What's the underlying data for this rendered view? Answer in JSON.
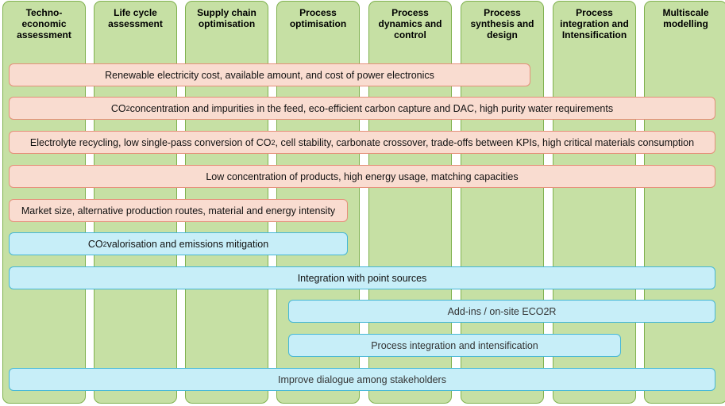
{
  "columns": [
    {
      "title": "Techno-economic assessment"
    },
    {
      "title": "Life cycle assessment"
    },
    {
      "title": "Supply chain optimisation"
    },
    {
      "title": "Process optimisation"
    },
    {
      "title": "Process dynamics and control"
    },
    {
      "title": "Process synthesis and design"
    },
    {
      "title": "Process integration and Intensification"
    },
    {
      "title": "Multiscale modelling"
    }
  ],
  "challenges": [
    {
      "pre": "Renewable electricity cost, available amount, and cost of power electronics",
      "sub": "",
      "post": "",
      "kind": "orange"
    },
    {
      "pre": "CO",
      "sub": "2",
      "post": " concentration and impurities in the feed, eco-efficient carbon capture and DAC, high purity water requirements",
      "kind": "orange"
    },
    {
      "pre": "Electrolyte recycling, low single-pass conversion of CO",
      "sub": "2",
      "post": ", cell stability, carbonate crossover, trade-offs between KPIs, high critical materials consumption",
      "kind": "orange"
    },
    {
      "pre": "Low concentration of products, high energy usage, matching capacities",
      "sub": "",
      "post": "",
      "kind": "orange"
    },
    {
      "pre": "Market size, alternative production routes, material and energy intensity",
      "sub": "",
      "post": "",
      "kind": "orange"
    },
    {
      "pre": "CO",
      "sub": "2",
      "post": " valorisation and emissions mitigation",
      "kind": "blue"
    },
    {
      "pre": "Integration with point sources",
      "sub": "",
      "post": "",
      "kind": "blue"
    },
    {
      "pre": "Add-ins / on-site ECO2R",
      "sub": "",
      "post": "",
      "kind": "blue"
    },
    {
      "pre": "Process integration and intensification",
      "sub": "",
      "post": "",
      "kind": "blue"
    },
    {
      "pre": "Improve dialogue among stakeholders",
      "sub": "",
      "post": "",
      "kind": "blue"
    }
  ],
  "colors": {
    "column_fill": "#c6e0a4",
    "column_border": "#7fb14e",
    "challenge_fill": "#f9dcd0",
    "challenge_border": "#e58f7a",
    "opportunity_fill": "#c7eef8",
    "opportunity_border": "#45b7d6"
  }
}
